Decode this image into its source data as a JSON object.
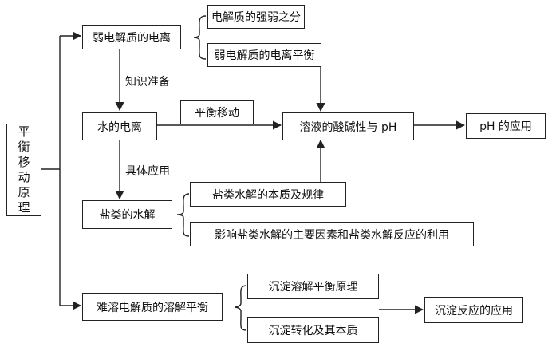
{
  "root": {
    "chars": [
      "平",
      "衡",
      "移",
      "动",
      "原",
      "理"
    ]
  },
  "nodes": {
    "weak_electrolyte": "弱电解质的电离",
    "strong_weak_split": "电解质的强弱之分",
    "weak_ionization_eq": "弱电解质的电离平衡",
    "water_ionization": "水的电离",
    "balance_shift": "平衡移动",
    "acidity_ph": "溶液的酸碱性与 pH",
    "ph_application": "pH 的应用",
    "salt_hydrolysis": "盐类的水解",
    "hydrolysis_nature": "盐类水解的本质及规律",
    "hydrolysis_factors": "影响盐类水解的主要因素和盐类水解反应的利用",
    "solubility_eq": "难溶电解质的溶解平衡",
    "dissolution_eq": "沉淀溶解平衡原理",
    "precip_conversion": "沉淀转化及其本质",
    "precip_application": "沉淀反应的应用"
  },
  "labels": {
    "knowledge_prep": "知识准备",
    "specific_application": "具体应用"
  }
}
